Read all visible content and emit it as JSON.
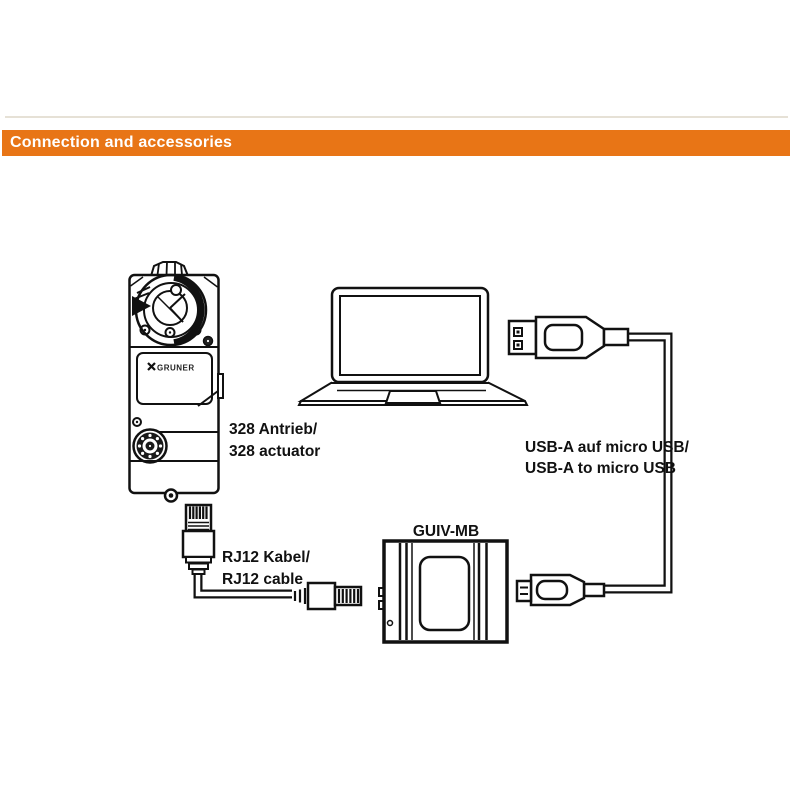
{
  "colors": {
    "accent_orange": "#E87516",
    "line": "#111111",
    "top_divider": "#e6e1d6",
    "background": "#ffffff"
  },
  "header": {
    "title": "Connection and accessories"
  },
  "diagram": {
    "actuator": {
      "brand_logo": "GRUNER",
      "label_line1": "328 Antrieb/",
      "label_line2": "328 actuator"
    },
    "usb_adapter_cable": {
      "label_line1": "USB-A auf micro USB/",
      "label_line2": "USB-A to micro USB"
    },
    "interface_adapter": {
      "label": "GUIV-MB"
    },
    "rj12_cable": {
      "label_line1": "RJ12 Kabel/",
      "label_line2": "RJ12 cable"
    }
  }
}
